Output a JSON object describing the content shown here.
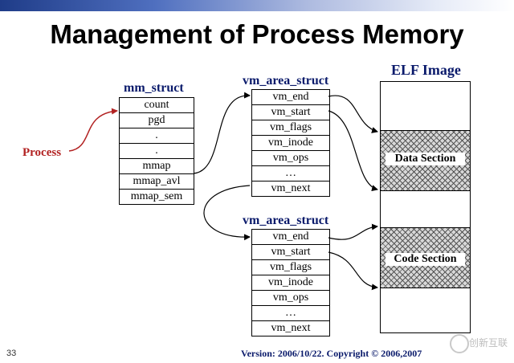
{
  "title": "Management of Process Memory",
  "process_label": "Process",
  "mm_struct": {
    "title": "mm_struct",
    "fields": [
      "count",
      "pgd",
      ".",
      ".",
      "mmap",
      "mmap_avl",
      "mmap_sem"
    ]
  },
  "vm_area_structs": [
    {
      "title": "vm_area_struct",
      "fields": [
        "vm_end",
        "vm_start",
        "vm_flags",
        "vm_inode",
        "vm_ops",
        "…",
        "vm_next"
      ]
    },
    {
      "title": "vm_area_struct",
      "fields": [
        "vm_end",
        "vm_start",
        "vm_flags",
        "vm_inode",
        "vm_ops",
        "…",
        "vm_next"
      ]
    }
  ],
  "elf_image": {
    "title": "ELF Image",
    "data_section": "Data Section",
    "code_section": "Code Section"
  },
  "footer": {
    "slide_number": "33",
    "version": "Version: 2006/10/22. Copyright © 2006,2007"
  },
  "watermark": {
    "text": "创新互联"
  },
  "colors": {
    "process_label": "#b22222",
    "heading_blue": "#0a1a6b",
    "arrow": "#000000",
    "process_arrow": "#b22222"
  }
}
